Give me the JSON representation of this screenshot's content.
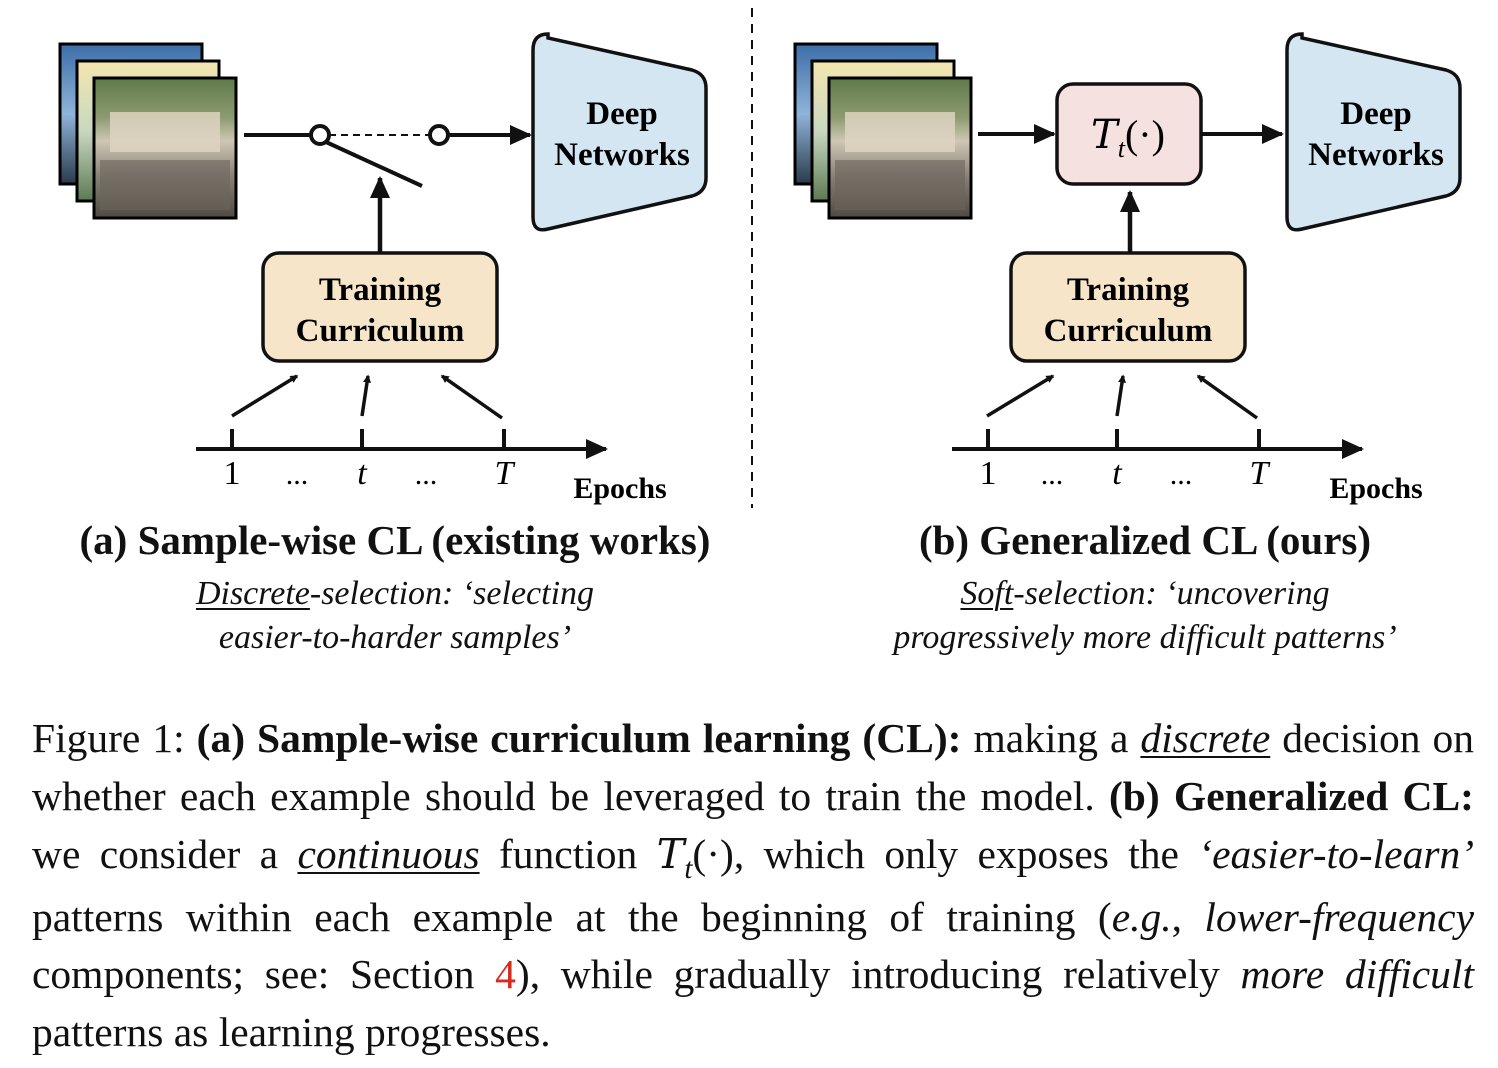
{
  "panel_a": {
    "box_deep": [
      "Deep",
      "Networks"
    ],
    "box_curriculum": [
      "Training",
      "Curriculum"
    ],
    "ticks": [
      "1",
      "...",
      "t",
      "...",
      "T"
    ],
    "axis_label": "Epochs",
    "title": "(a) Sample-wise CL (existing works)",
    "sub_line1_u": "Discrete",
    "sub_line1_rest": "-selection: ‘selecting",
    "sub_line2": "easier-to-harder samples’"
  },
  "panel_b": {
    "box_deep": [
      "Deep",
      "Networks"
    ],
    "box_curriculum": [
      "Training",
      "Curriculum"
    ],
    "transform_symbol": "T",
    "transform_sub": "t",
    "transform_arg": "(·)",
    "ticks": [
      "1",
      "...",
      "t",
      "...",
      "T"
    ],
    "axis_label": "Epochs",
    "title": "(b) Generalized CL (ours)",
    "sub_line1_u": "Soft",
    "sub_line1_rest": "-selection: ‘uncovering",
    "sub_line2": "progressively more difficult patterns’"
  },
  "colors": {
    "deep_fill": "#d3e6f2",
    "curriculum_fill": "#f6e5c8",
    "transform_fill": "#f6e1e1",
    "reference": "#d52b1e"
  },
  "caption": {
    "fig_label": "Figure 1:",
    "a_bold": "(a) Sample-wise curriculum learning (CL):",
    "a_text1": "making a",
    "a_ital_u": "discrete",
    "a_text2": "decision on whether each example should be leveraged to train the model.",
    "b_bold": "(b) Generalized CL:",
    "b_text1": "we consider a",
    "b_ital_u": "continuous",
    "b_text2": "function",
    "b_func": "T",
    "b_func_sub": "t",
    "b_func_arg": "(·)",
    "b_text3": ", which only exposes the",
    "b_ital1": "‘easier-to-learn’",
    "b_text4": "patterns within each example at the beginning of training (",
    "b_eg": "e.g.",
    "b_text5": ",",
    "b_ital2": "lower-frequency",
    "b_text6": "components; see: Section",
    "b_ref": "4",
    "b_text7": "), while gradually introducing relatively",
    "b_ital3": "more difficult",
    "b_text8": "patterns as learning progresses."
  }
}
